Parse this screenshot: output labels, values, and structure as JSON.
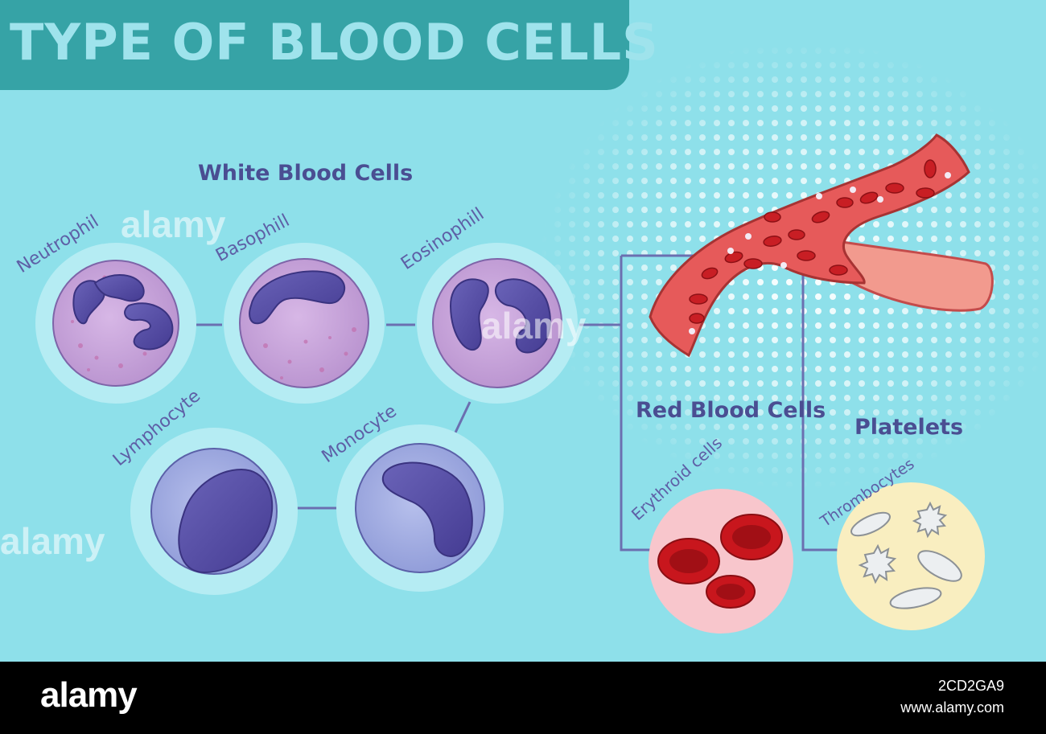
{
  "title": "TYPE OF BLOOD CELLS",
  "sections": {
    "white_blood_cells": "White Blood Cells",
    "red_blood_cells": "Red Blood Cells",
    "platelets": "Platelets"
  },
  "white_cells": [
    {
      "label": "Neutrophil"
    },
    {
      "label": "Basophill"
    },
    {
      "label": "Eosinophill"
    },
    {
      "label": "Lymphocyte"
    },
    {
      "label": "Monocyte"
    }
  ],
  "red_cells_label": "Erythroid cells",
  "platelets_label": "Thrombocytes",
  "watermark": "alamy",
  "footer": {
    "logo": "alamy",
    "image_id": "2CD2GA9",
    "url": "www.alamy.com"
  },
  "colors": {
    "background": "#8ee0ea",
    "title_bar": "#36a3a6",
    "title_text": "#9fe3ec",
    "heading": "#4a4e92",
    "connector": "#6b6fb0",
    "rbc": "#c8161d",
    "vessel": "#e65a5a"
  }
}
